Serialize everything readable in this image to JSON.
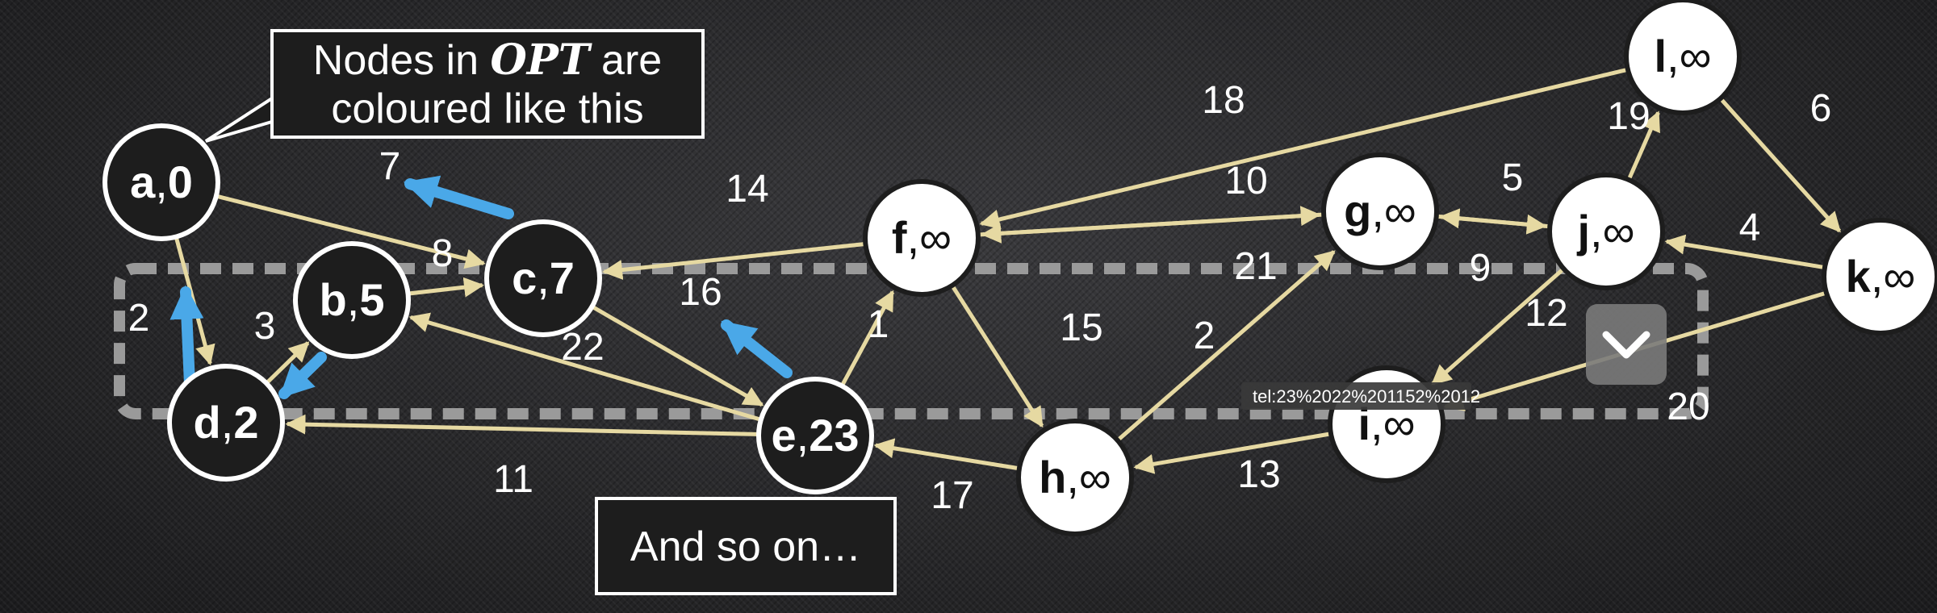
{
  "colors": {
    "edge": "#e6d9a2",
    "opt_arrow": "#4aa8e8",
    "opt_node_fill": "#1d1d1d",
    "other_node_fill": "#ffffff",
    "node_stroke_opt": "#ffffff",
    "node_stroke_other": "#1d1d1d",
    "selection_box": "#9a9a9a",
    "callout_fill": "#1d1d1d",
    "callout_stroke": "#ffffff"
  },
  "callouts": {
    "legend_line1_pre": "Nodes in ",
    "legend_line1_italic": "OPT",
    "legend_line1_post": " are",
    "legend_line2": "coloured like this",
    "and_so_on": "And so on…"
  },
  "url_tooltip": "tel:23%2022%201152%2012",
  "dropdown_button_icon": "chevron-down-icon",
  "nodes": [
    {
      "id": "a",
      "name": "a",
      "dist": "0",
      "in_opt": true
    },
    {
      "id": "b",
      "name": "b",
      "dist": "5",
      "in_opt": true
    },
    {
      "id": "c",
      "name": "c",
      "dist": "7",
      "in_opt": true
    },
    {
      "id": "d",
      "name": "d",
      "dist": "2",
      "in_opt": true
    },
    {
      "id": "e",
      "name": "e",
      "dist": "23",
      "in_opt": true
    },
    {
      "id": "f",
      "name": "f",
      "dist": "∞",
      "in_opt": false
    },
    {
      "id": "g",
      "name": "g",
      "dist": "∞",
      "in_opt": false
    },
    {
      "id": "h",
      "name": "h",
      "dist": "∞",
      "in_opt": false
    },
    {
      "id": "i",
      "name": "i",
      "dist": "∞",
      "in_opt": false
    },
    {
      "id": "j",
      "name": "j",
      "dist": "∞",
      "in_opt": false
    },
    {
      "id": "k",
      "name": "k",
      "dist": "∞",
      "in_opt": false
    },
    {
      "id": "l",
      "name": "l",
      "dist": "∞",
      "in_opt": false
    }
  ],
  "edges": [
    {
      "from": "a",
      "to": "c",
      "weight": "7"
    },
    {
      "from": "a",
      "to": "d",
      "weight": "2"
    },
    {
      "from": "b",
      "to": "c",
      "weight": "8"
    },
    {
      "from": "d",
      "to": "b",
      "weight": "3"
    },
    {
      "from": "c",
      "to": "e",
      "weight": "16"
    },
    {
      "from": "e",
      "to": "b",
      "weight": "22"
    },
    {
      "from": "e",
      "to": "d",
      "weight": "11"
    },
    {
      "from": "e",
      "to": "f",
      "weight": "1"
    },
    {
      "from": "f",
      "to": "c",
      "weight": "14"
    },
    {
      "from": "f",
      "to": "h",
      "weight": "15"
    },
    {
      "from": "f",
      "to": "g",
      "weight": "21"
    },
    {
      "from": "g",
      "to": "f",
      "weight": "10"
    },
    {
      "from": "h",
      "to": "e",
      "weight": "17"
    },
    {
      "from": "h",
      "to": "g",
      "weight": "2"
    },
    {
      "from": "g",
      "to": "j",
      "weight": "9"
    },
    {
      "from": "j",
      "to": "g",
      "weight": "5"
    },
    {
      "from": "j",
      "to": "i",
      "weight": "12"
    },
    {
      "from": "i",
      "to": "h",
      "weight": "13"
    },
    {
      "from": "j",
      "to": "l",
      "weight": "19"
    },
    {
      "from": "l",
      "to": "f",
      "weight": "18"
    },
    {
      "from": "l",
      "to": "k",
      "weight": "6"
    },
    {
      "from": "k",
      "to": "j",
      "weight": "4"
    },
    {
      "from": "k",
      "to": "i",
      "weight": "20"
    }
  ],
  "opt_arrows": [
    {
      "id": "arrow-a-d"
    },
    {
      "id": "arrow-d-b"
    },
    {
      "id": "arrow-c-a"
    },
    {
      "id": "arrow-e-c"
    }
  ]
}
